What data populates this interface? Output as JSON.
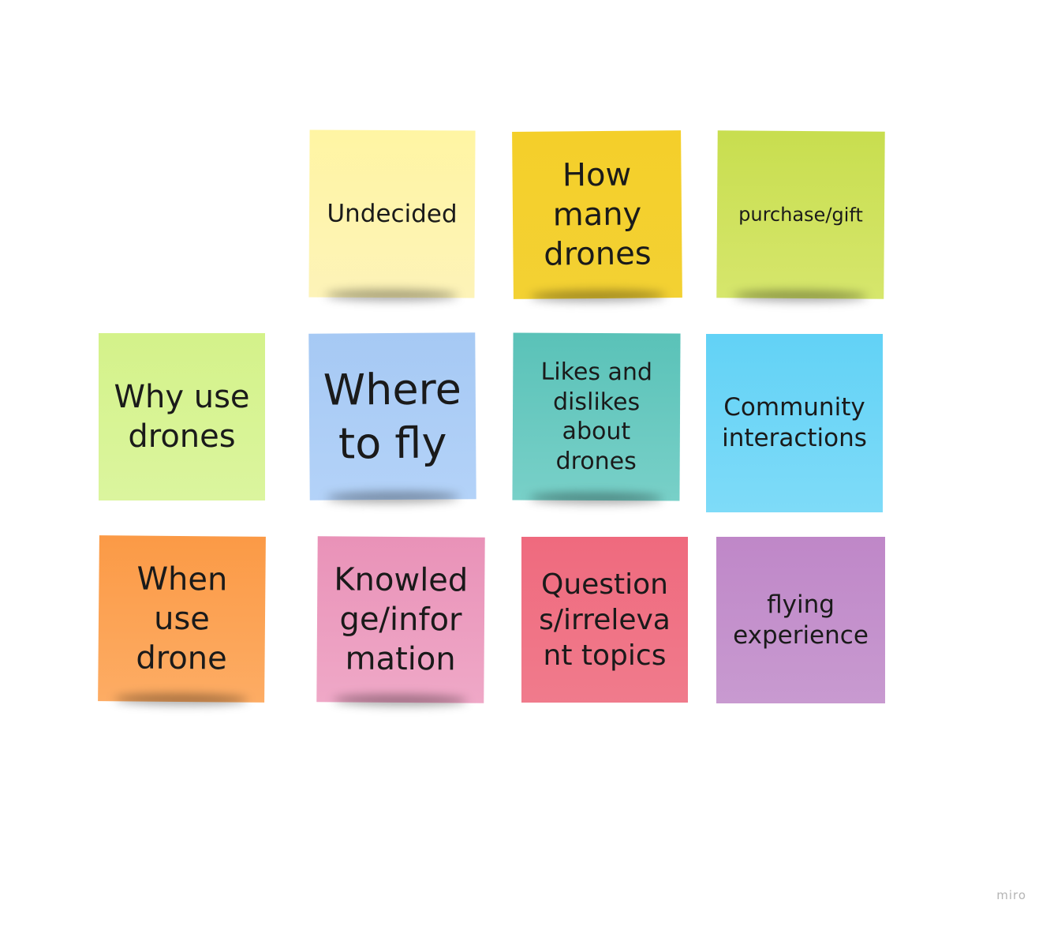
{
  "board": {
    "notes": [
      {
        "id": "n1",
        "text": "Undecided",
        "color": "#fdf3b0"
      },
      {
        "id": "n2",
        "text": "How\nmany\ndrones",
        "color": "#f4d02e"
      },
      {
        "id": "n3",
        "text": "purchase/gift",
        "color": "#d0e35e"
      },
      {
        "id": "n4",
        "text": "Why use\ndrones",
        "color": "#d7f393"
      },
      {
        "id": "n5",
        "text": "Where\nto fly",
        "color": "#acccf6"
      },
      {
        "id": "n6",
        "text": "Likes and\ndislikes\nabout\ndrones",
        "color": "#68c9c0"
      },
      {
        "id": "n7",
        "text": "Community\ninteractions",
        "color": "#70d7f7"
      },
      {
        "id": "n8",
        "text": "When\nuse\ndrone",
        "color": "#fca355"
      },
      {
        "id": "n9",
        "text": "Knowled\nge/infor\nmation",
        "color": "#ec9dc0"
      },
      {
        "id": "n10",
        "text": "Question\ns/irreleva\nnt topics",
        "color": "#ef7285"
      },
      {
        "id": "n11",
        "text": "flying\nexperience",
        "color": "#c490cc"
      }
    ]
  },
  "watermark": "miro"
}
